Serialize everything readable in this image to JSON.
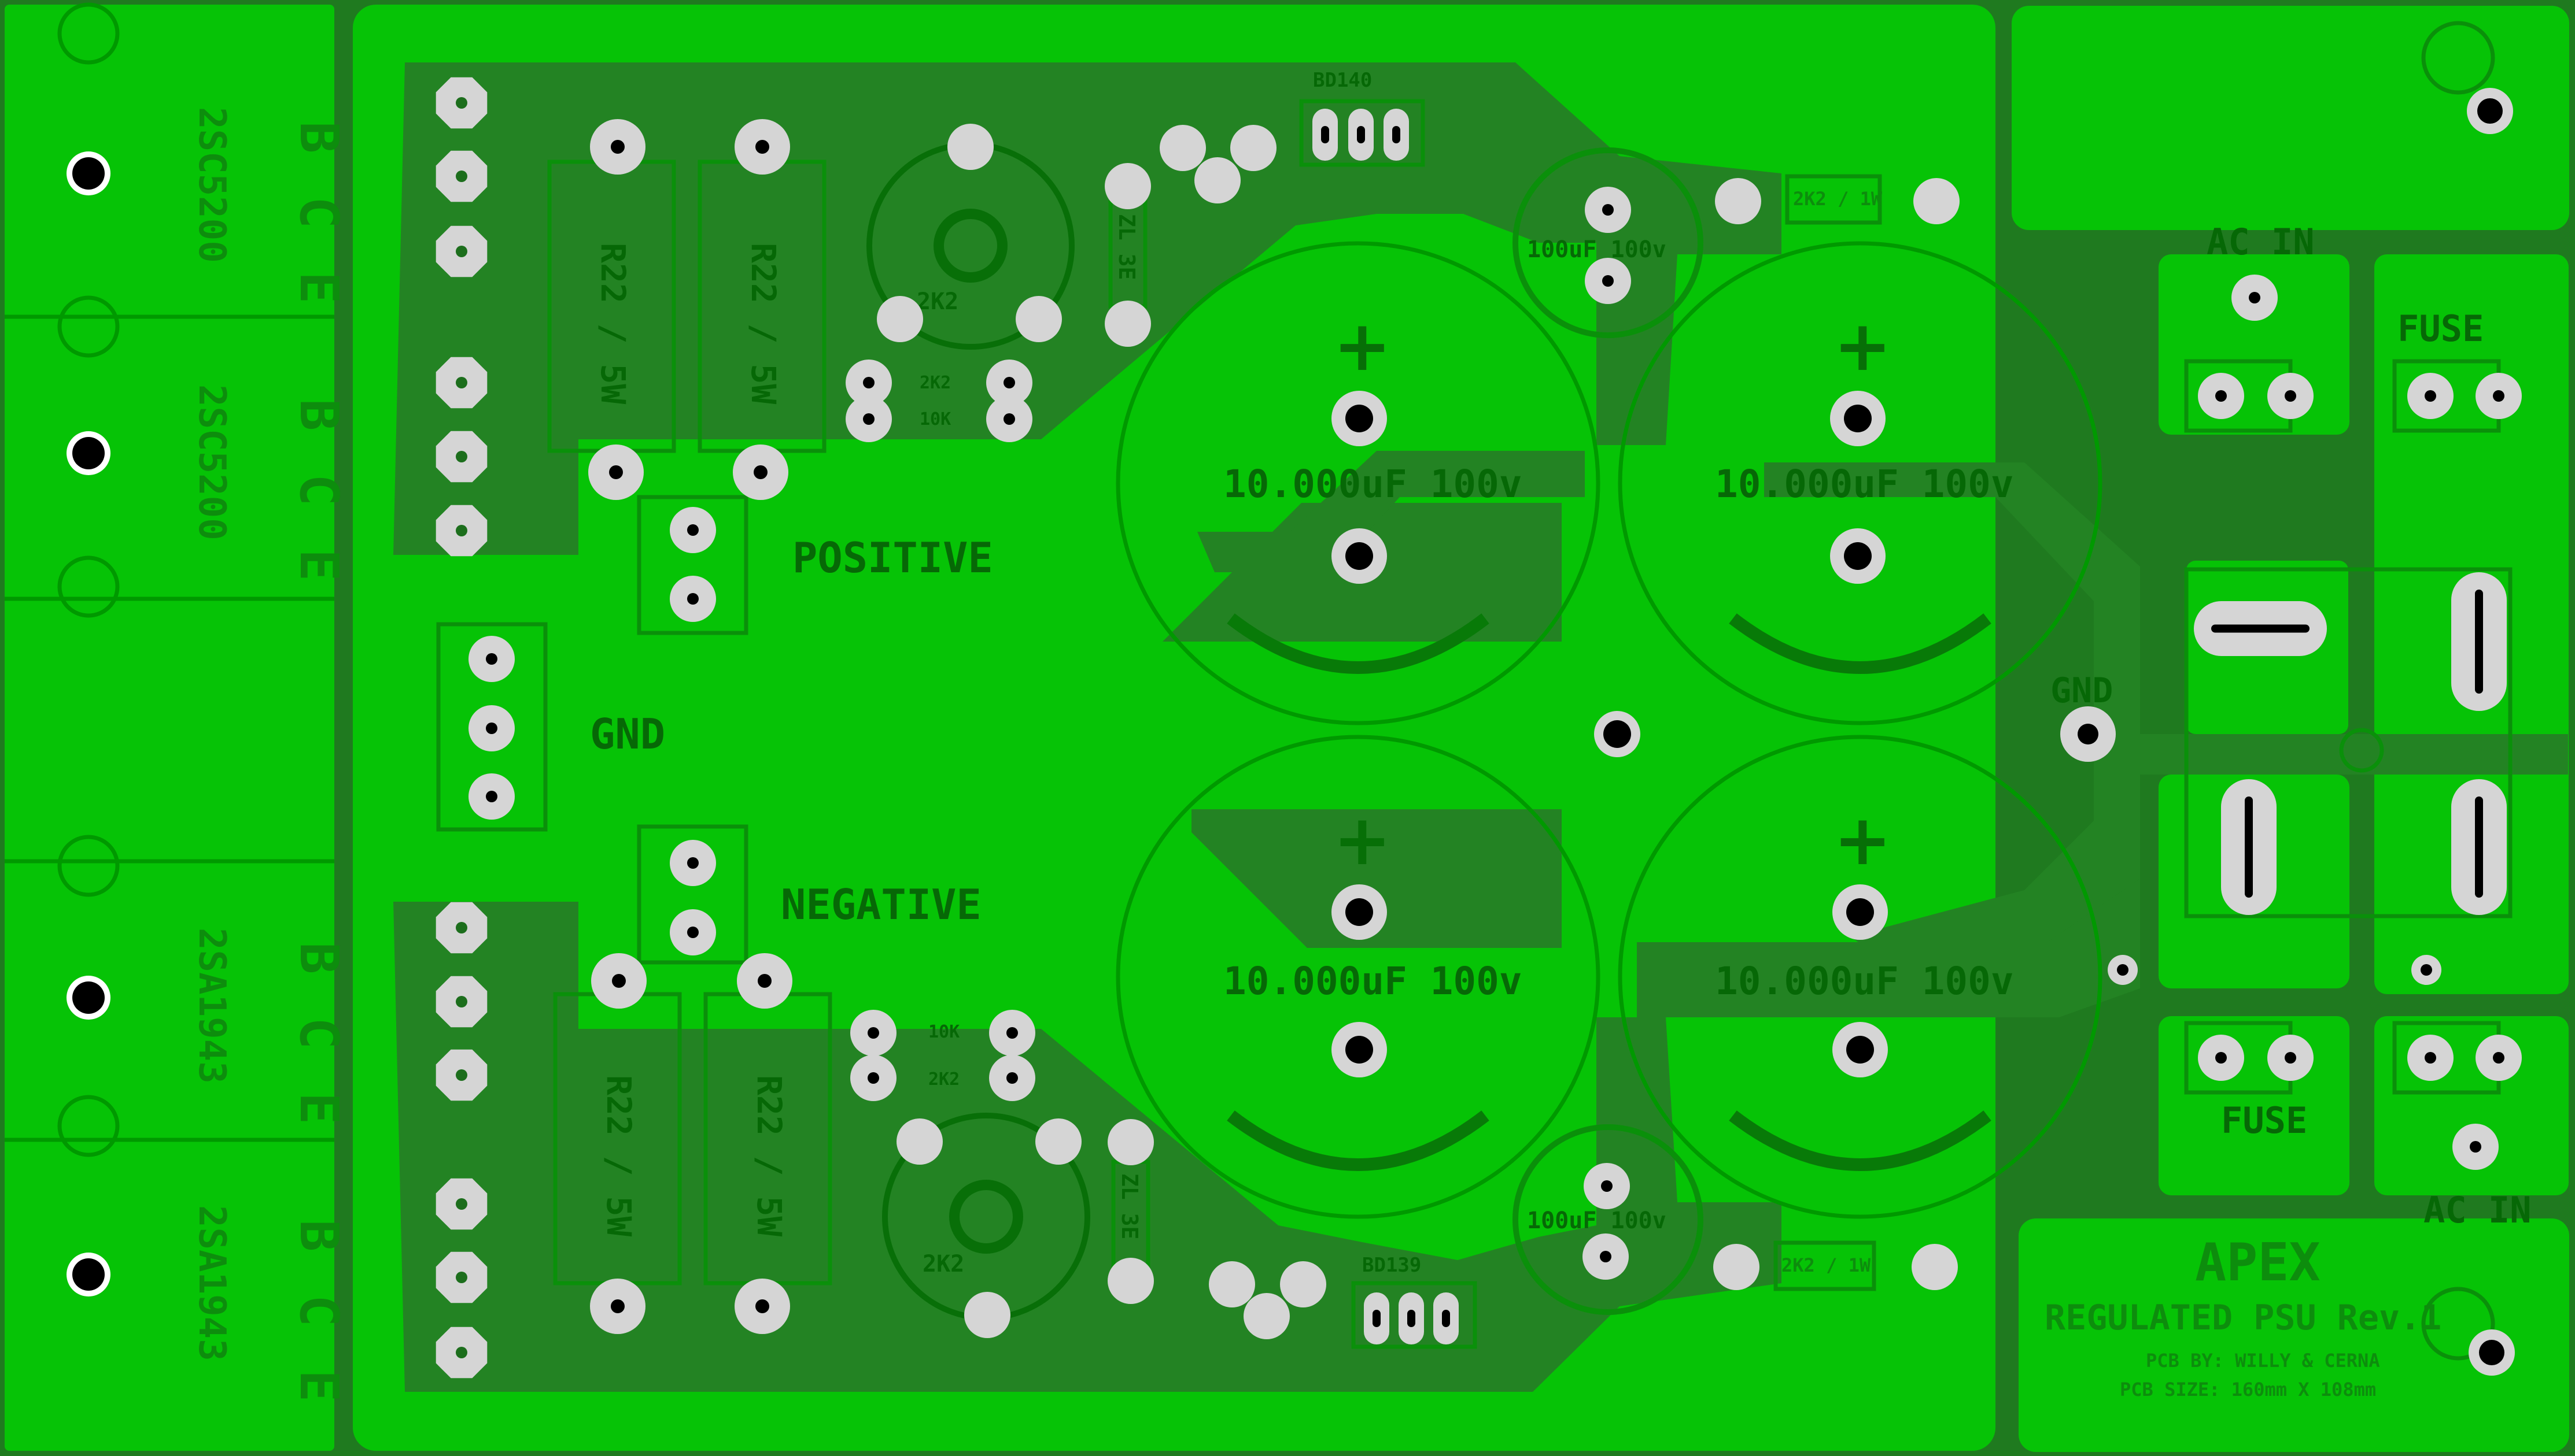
{
  "board": {
    "background": "#1f7a1f",
    "copper": "#06c306",
    "trace": "#238323",
    "pad": "#d5d5d5",
    "hole": "#000000"
  },
  "labels": {
    "transistor_top": "2SC5200",
    "transistor_bottom": "2SA1943",
    "pin_b": "B",
    "pin_c": "C",
    "pin_e": "E",
    "resistor_r22": "R22 / 5W",
    "pot_2k2": "2K2",
    "zener": "ZL 3E",
    "r2k2": "2K2",
    "r10k": "10K",
    "bd140": "BD140",
    "bd139": "BD139",
    "positive": "POSITIVE",
    "negative": "NEGATIVE",
    "gnd_left": "GND",
    "gnd_right": "GND",
    "cap_large": "10.000uF 100v",
    "cap_small": "100uF 100v",
    "r2k2_1w": "2K2 / 1W",
    "acin_top": "AC IN",
    "acin_bottom": "AC IN",
    "fuse_top": "FUSE",
    "fuse_bottom": "FUSE",
    "brand": "APEX",
    "product": "REGULATED PSU Rev.1",
    "pcb_by": "PCB BY: WILLY & CERNA",
    "pcb_size": "PCB SIZE: 160mm X 108mm"
  }
}
